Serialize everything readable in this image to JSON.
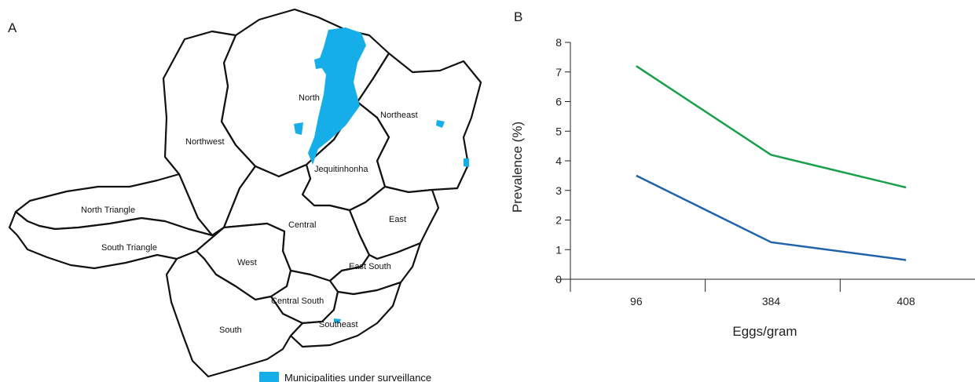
{
  "panels": {
    "a": "A",
    "b": "B"
  },
  "map": {
    "regions": {
      "north": "North",
      "northeast": "Northeast",
      "northwest": "Northwest",
      "jequitinhonha": "Jequitinhonha",
      "north_triangle": "North Triangle",
      "south_triangle": "South Triangle",
      "central": "Central",
      "east": "East",
      "west": "West",
      "east_south": "East South",
      "central_south": "Central South",
      "southeast": "Southeast",
      "south": "South"
    },
    "legend": {
      "label": "Municipalities under surveillance",
      "color": "#16aee8"
    }
  },
  "chart_data": {
    "type": "line",
    "categories": [
      "96",
      "384",
      "408"
    ],
    "series": [
      {
        "values": [
          7.2,
          4.2,
          3.1
        ],
        "color": "#1aa04a"
      },
      {
        "values": [
          3.5,
          1.25,
          0.65
        ],
        "color": "#1f63ad"
      }
    ],
    "xlabel": "Eggs/gram",
    "ylabel": "Prevalence (%)",
    "ylim": [
      0,
      8
    ],
    "yticks": [
      0,
      1,
      2,
      3,
      4,
      5,
      6,
      7,
      8
    ],
    "grid": false
  }
}
